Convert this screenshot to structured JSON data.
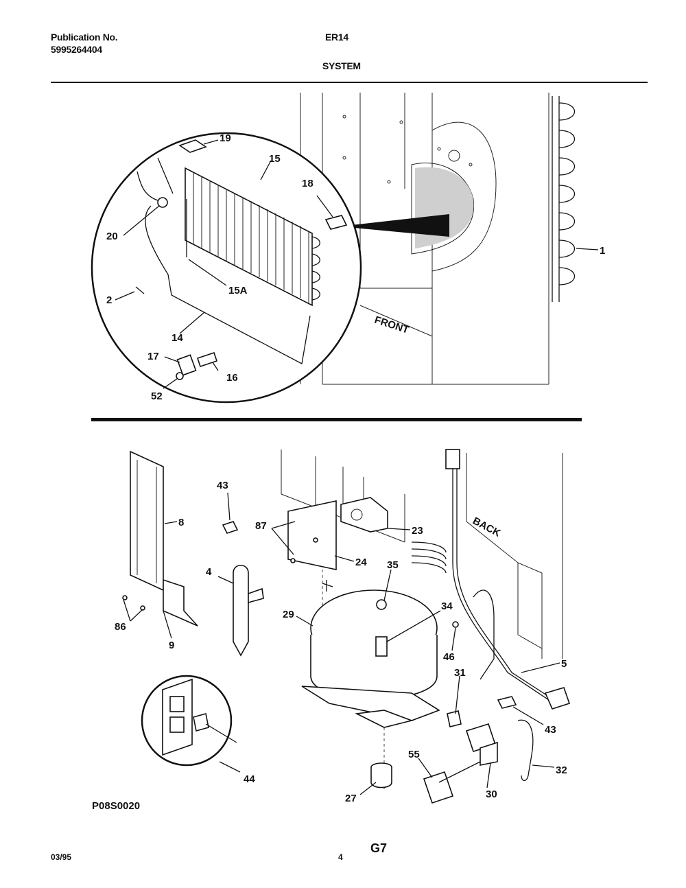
{
  "header": {
    "publication_label": "Publication No.",
    "publication_number": "5995264404",
    "model": "ER14",
    "section": "SYSTEM"
  },
  "upper_view": {
    "callouts": [
      "19",
      "15",
      "18",
      "20",
      "15A",
      "2",
      "14",
      "17",
      "16",
      "52",
      "1"
    ],
    "labels": {
      "front": "FRONT"
    }
  },
  "lower_view": {
    "callouts": [
      "43",
      "8",
      "87",
      "23",
      "24",
      "35",
      "4",
      "29",
      "34",
      "86",
      "9",
      "46",
      "5",
      "31",
      "43",
      "32",
      "44",
      "55",
      "30",
      "27"
    ],
    "labels": {
      "back": "BACK"
    }
  },
  "footer": {
    "diagram_code": "P08S0020",
    "date": "03/95",
    "page_number": "4",
    "page_code": "G7"
  }
}
